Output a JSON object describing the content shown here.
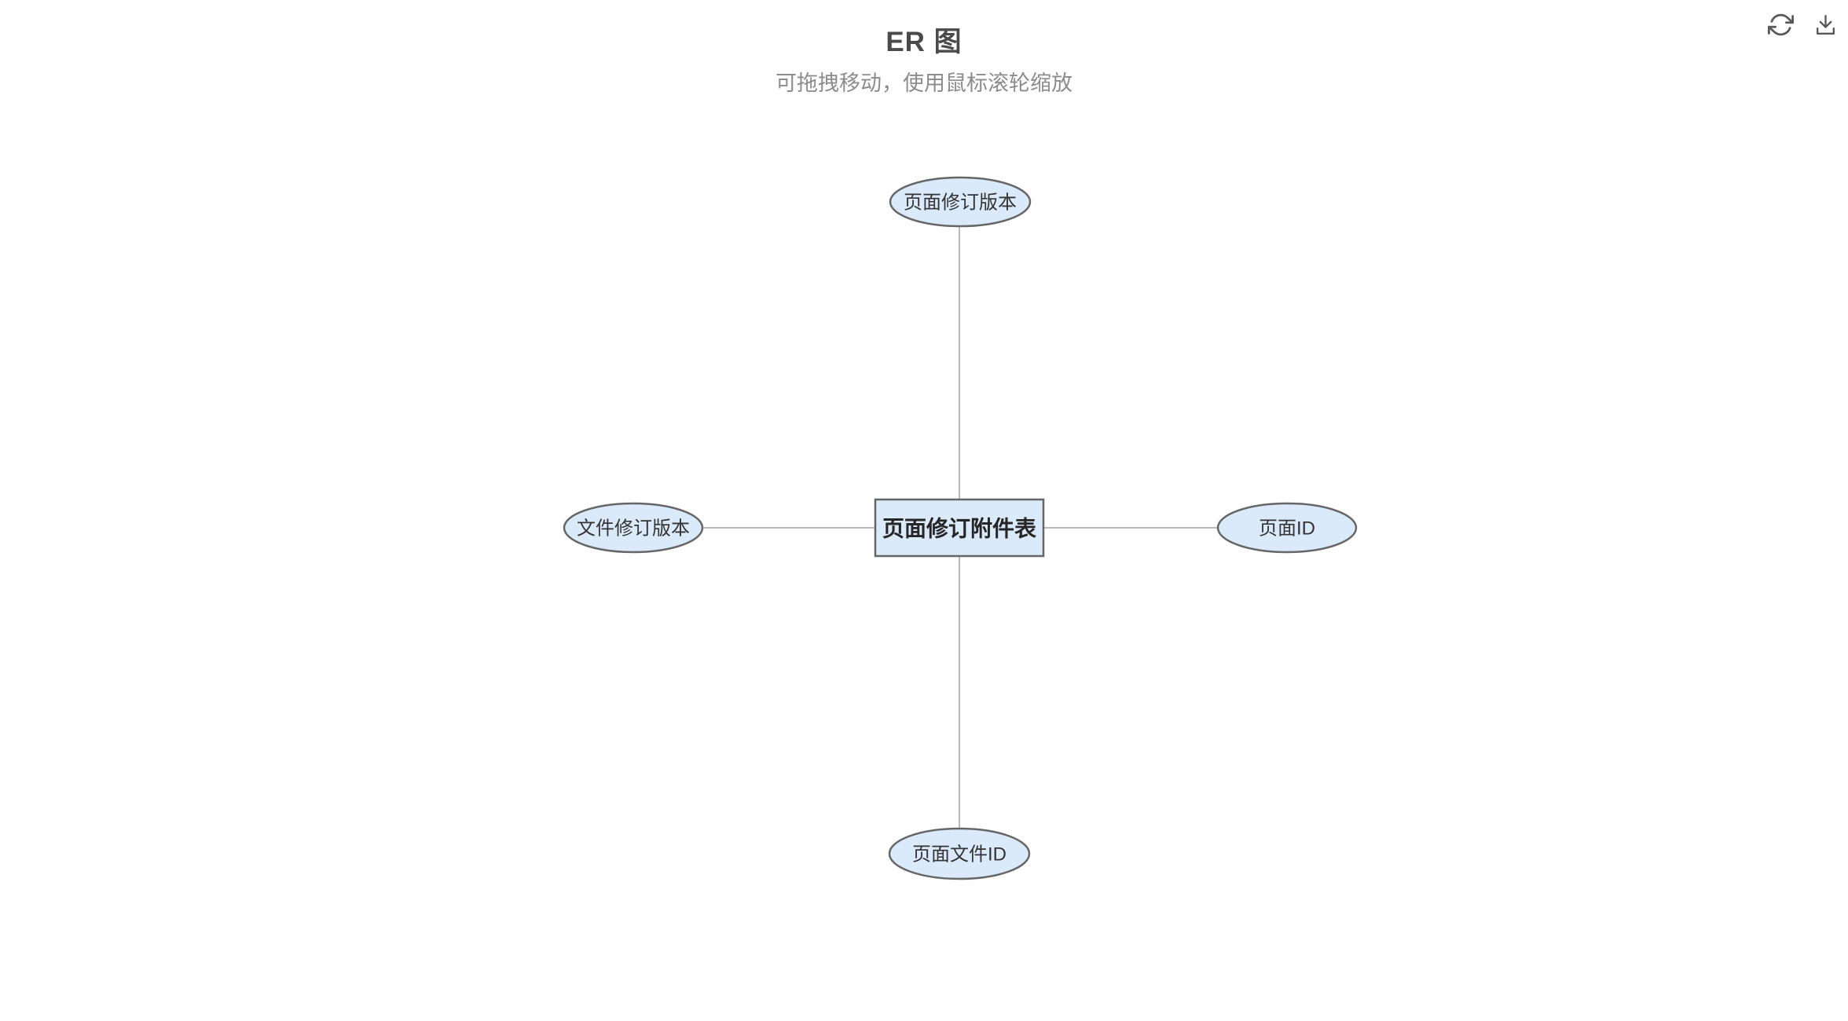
{
  "header": {
    "title": "ER 图",
    "subtitle": "可拖拽移动，使用鼠标滚轮缩放"
  },
  "toolbar": {
    "icons": [
      {
        "name": "refresh-icon"
      },
      {
        "name": "download-icon"
      }
    ]
  },
  "diagram": {
    "type": "er-diagram",
    "entity": {
      "label": "页面修订附件表"
    },
    "attributes": [
      {
        "id": "top",
        "label": "页面修订版本"
      },
      {
        "id": "left",
        "label": "文件修订版本"
      },
      {
        "id": "right",
        "label": "页面ID"
      },
      {
        "id": "bottom",
        "label": "页面文件ID"
      }
    ],
    "colors": {
      "node_fill": "#DBEAFB",
      "node_border": "#666666",
      "edge": "#B9B9B9",
      "entity_text": "#262626",
      "attribute_text": "#333333",
      "title_text": "#4A4A4A",
      "subtitle_text": "#8C8C8C",
      "icon": "#595959"
    }
  }
}
